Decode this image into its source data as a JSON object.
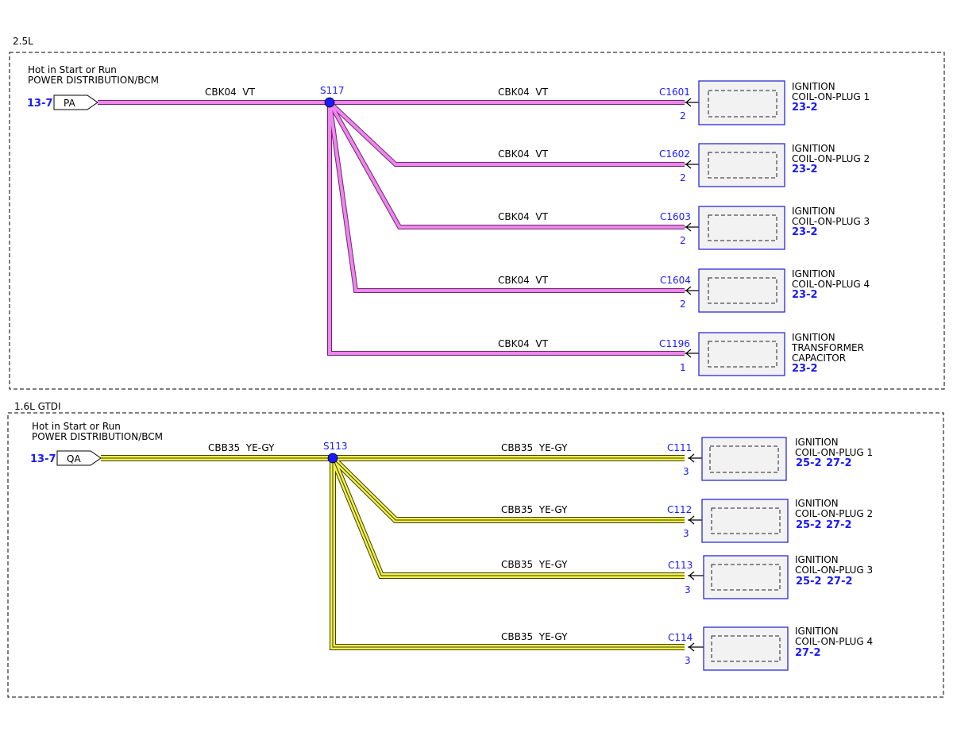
{
  "colors": {
    "wire_pink": "#ef85ef",
    "wire_yellow": "#f2f24a",
    "ref_blue": "#1a1aff",
    "splice": "#1a1aff"
  },
  "sections": [
    {
      "title": "2.5L",
      "supply_line1": "Hot in Start or Run",
      "supply_line2": "POWER DISTRIBUTION/BCM",
      "supply_ref": "13-7",
      "connector": "PA",
      "in_wire": "CBK04  VT",
      "splice": "S117",
      "branches": [
        {
          "wire": "CBK04  VT",
          "connector": "C1601",
          "pin": "2",
          "name": [
            "IGNITION",
            "COIL-ON-PLUG 1"
          ],
          "refs": [
            "23-2"
          ]
        },
        {
          "wire": "CBK04  VT",
          "connector": "C1602",
          "pin": "2",
          "name": [
            "IGNITION",
            "COIL-ON-PLUG 2"
          ],
          "refs": [
            "23-2"
          ]
        },
        {
          "wire": "CBK04  VT",
          "connector": "C1603",
          "pin": "2",
          "name": [
            "IGNITION",
            "COIL-ON-PLUG 3"
          ],
          "refs": [
            "23-2"
          ]
        },
        {
          "wire": "CBK04  VT",
          "connector": "C1604",
          "pin": "2",
          "name": [
            "IGNITION",
            "COIL-ON-PLUG 4"
          ],
          "refs": [
            "23-2"
          ]
        },
        {
          "wire": "CBK04  VT",
          "connector": "C1196",
          "pin": "1",
          "name": [
            "IGNITION",
            "TRANSFORMER",
            "CAPACITOR"
          ],
          "refs": [
            "23-2"
          ]
        }
      ]
    },
    {
      "title": "1.6L GTDI",
      "supply_line1": "Hot in Start or Run",
      "supply_line2": "POWER DISTRIBUTION/BCM",
      "supply_ref": "13-7",
      "connector": "QA",
      "in_wire": "CBB35  YE-GY",
      "splice": "S113",
      "branches": [
        {
          "wire": "CBB35  YE-GY",
          "connector": "C111",
          "pin": "3",
          "name": [
            "IGNITION",
            "COIL-ON-PLUG 1"
          ],
          "refs": [
            "25-2",
            "27-2"
          ]
        },
        {
          "wire": "CBB35  YE-GY",
          "connector": "C112",
          "pin": "3",
          "name": [
            "IGNITION",
            "COIL-ON-PLUG 2"
          ],
          "refs": [
            "25-2",
            "27-2"
          ]
        },
        {
          "wire": "CBB35  YE-GY",
          "connector": "C113",
          "pin": "3",
          "name": [
            "IGNITION",
            "COIL-ON-PLUG 3"
          ],
          "refs": [
            "25-2",
            "27-2"
          ]
        },
        {
          "wire": "CBB35  YE-GY",
          "connector": "C114",
          "pin": "3",
          "name": [
            "IGNITION",
            "COIL-ON-PLUG 4"
          ],
          "refs": [
            "27-2"
          ]
        }
      ]
    }
  ]
}
